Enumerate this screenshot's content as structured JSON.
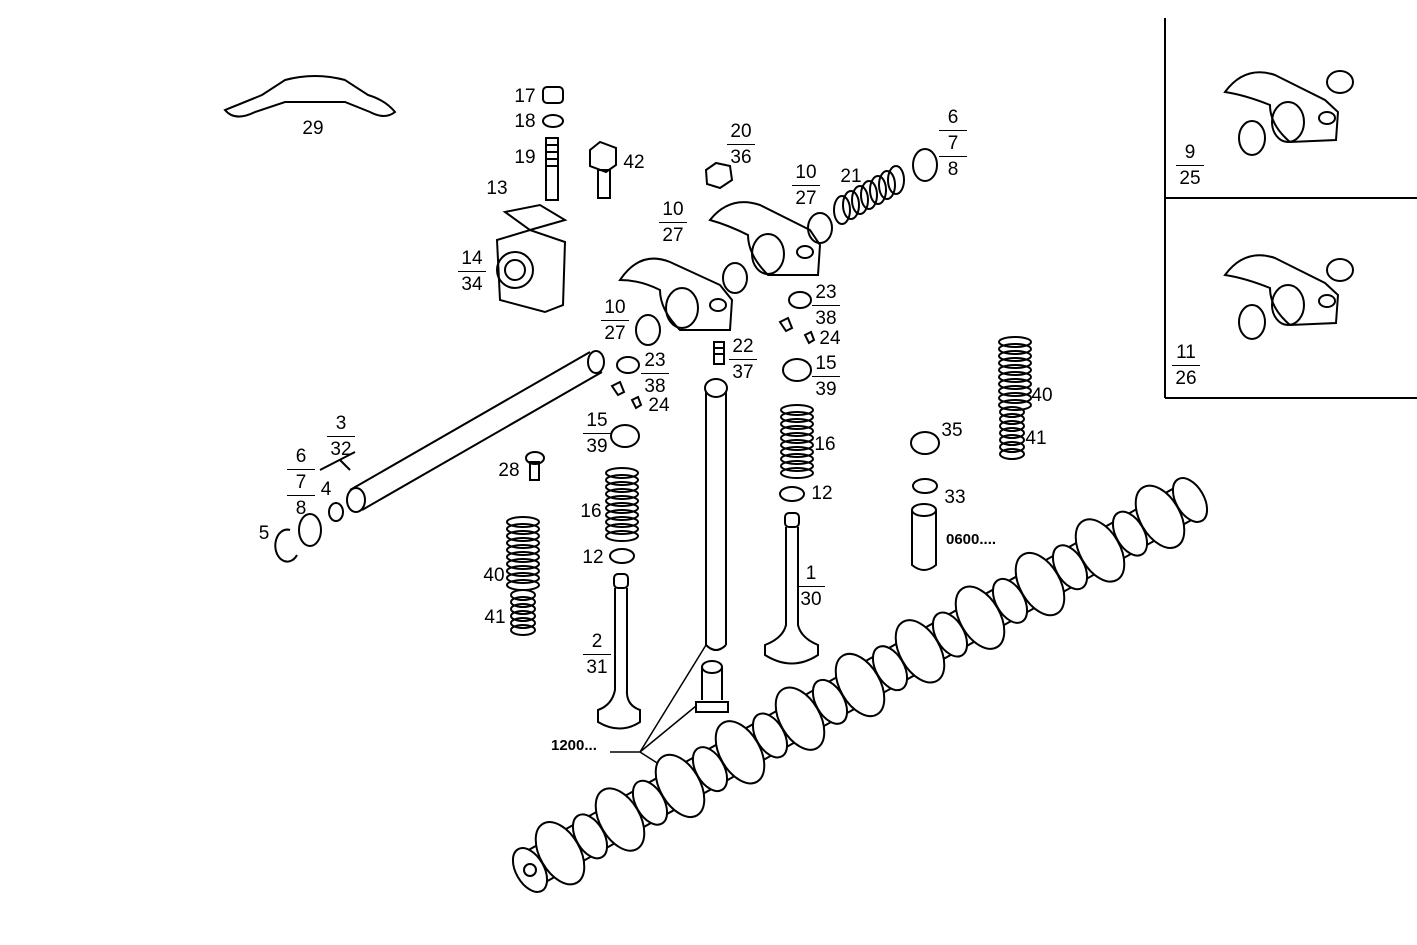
{
  "diagram": {
    "callouts": {
      "c29": "29",
      "c17": "17",
      "c18": "18",
      "c19": "19",
      "c42": "42",
      "c13": "13",
      "c14_34": {
        "top": "14",
        "bottom": "34"
      },
      "c20_36": {
        "top": "20",
        "bottom": "36"
      },
      "c6_7_8a": {
        "top": "6",
        "mid": "7",
        "bottom": "8"
      },
      "c10_27a": {
        "top": "10",
        "bottom": "27"
      },
      "c21": "21",
      "c10_27b": {
        "top": "10",
        "bottom": "27"
      },
      "c10_27c": {
        "top": "10",
        "bottom": "27"
      },
      "c23_38a": {
        "top": "23",
        "bottom": "38"
      },
      "c24a": "24",
      "c22_37": {
        "top": "22",
        "bottom": "37"
      },
      "c15_39a": {
        "top": "15",
        "bottom": "39"
      },
      "c23_38b": {
        "top": "23",
        "bottom": "38"
      },
      "c24b": "24",
      "c3_32": {
        "top": "3",
        "bottom": "32"
      },
      "c6_7_8b": {
        "top": "6",
        "mid": "7",
        "bottom": "8"
      },
      "c4": "4",
      "c5": "5",
      "c15_39b": {
        "top": "15",
        "bottom": "39"
      },
      "c28": "28",
      "c16a": "16",
      "c12a": "12",
      "c40a": "40",
      "c41a": "41",
      "c2_31": {
        "top": "2",
        "bottom": "31"
      },
      "c16b": "16",
      "c12b": "12",
      "c1_30": {
        "top": "1",
        "bottom": "30"
      },
      "c35": "35",
      "c33": "33",
      "c40b": "40",
      "c41b": "41",
      "c9_25": {
        "top": "9",
        "bottom": "25"
      },
      "c11_26": {
        "top": "11",
        "bottom": "26"
      }
    },
    "notes": {
      "n0600": "0600....",
      "n1200": "1200..."
    }
  }
}
